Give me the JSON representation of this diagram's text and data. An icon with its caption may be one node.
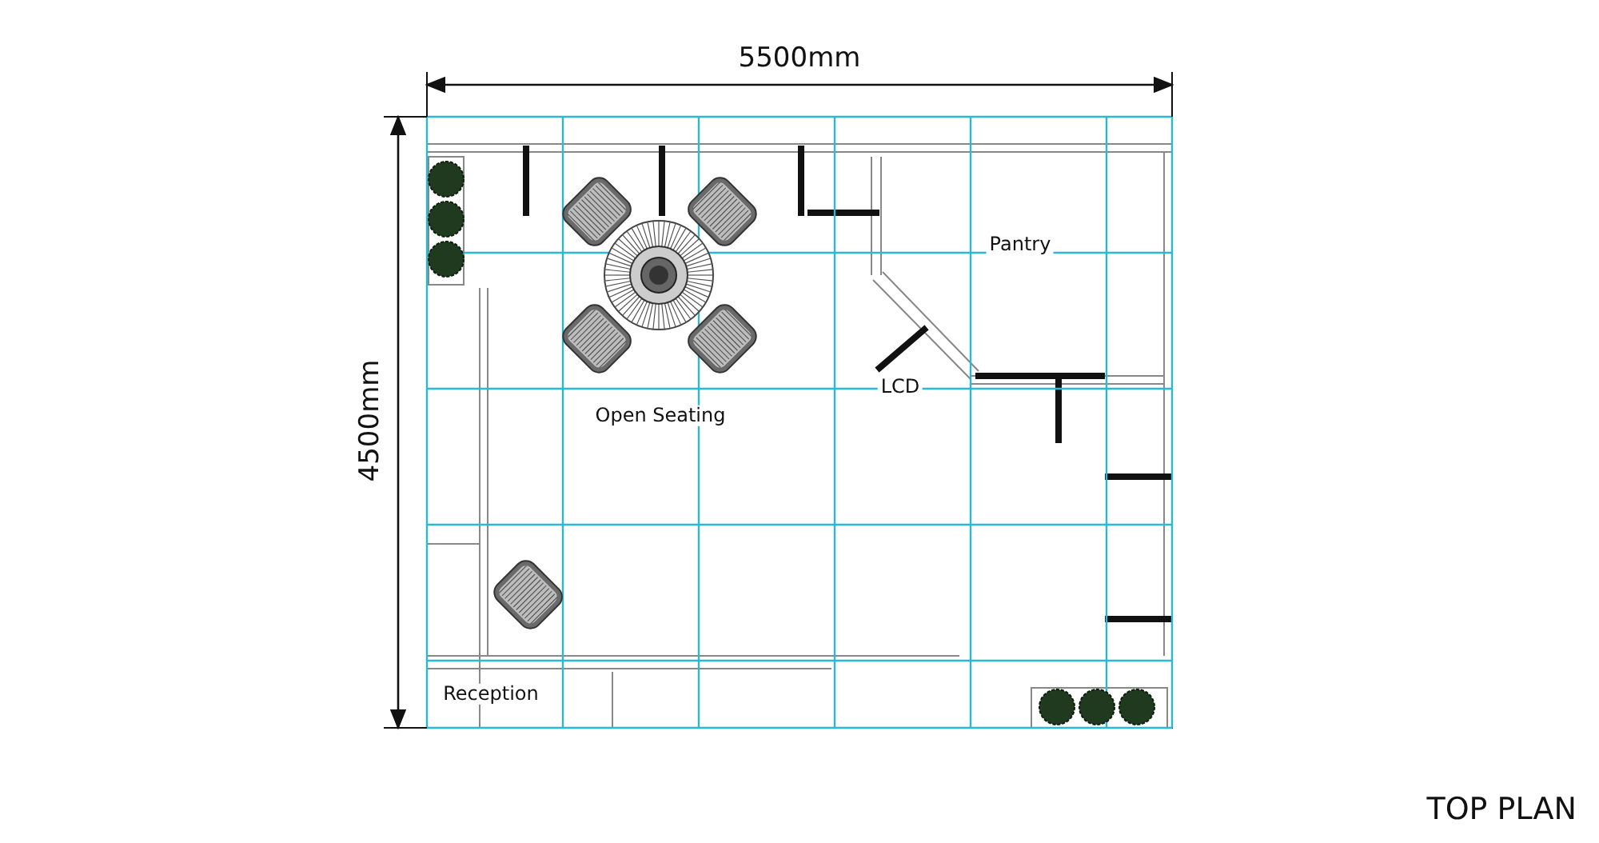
{
  "diagram": {
    "caption": "TOP PLAN",
    "labels": [
      "5500mm",
      "4500mm",
      "Pantry",
      "LCD",
      "Open Seating",
      "Reception"
    ]
  }
}
